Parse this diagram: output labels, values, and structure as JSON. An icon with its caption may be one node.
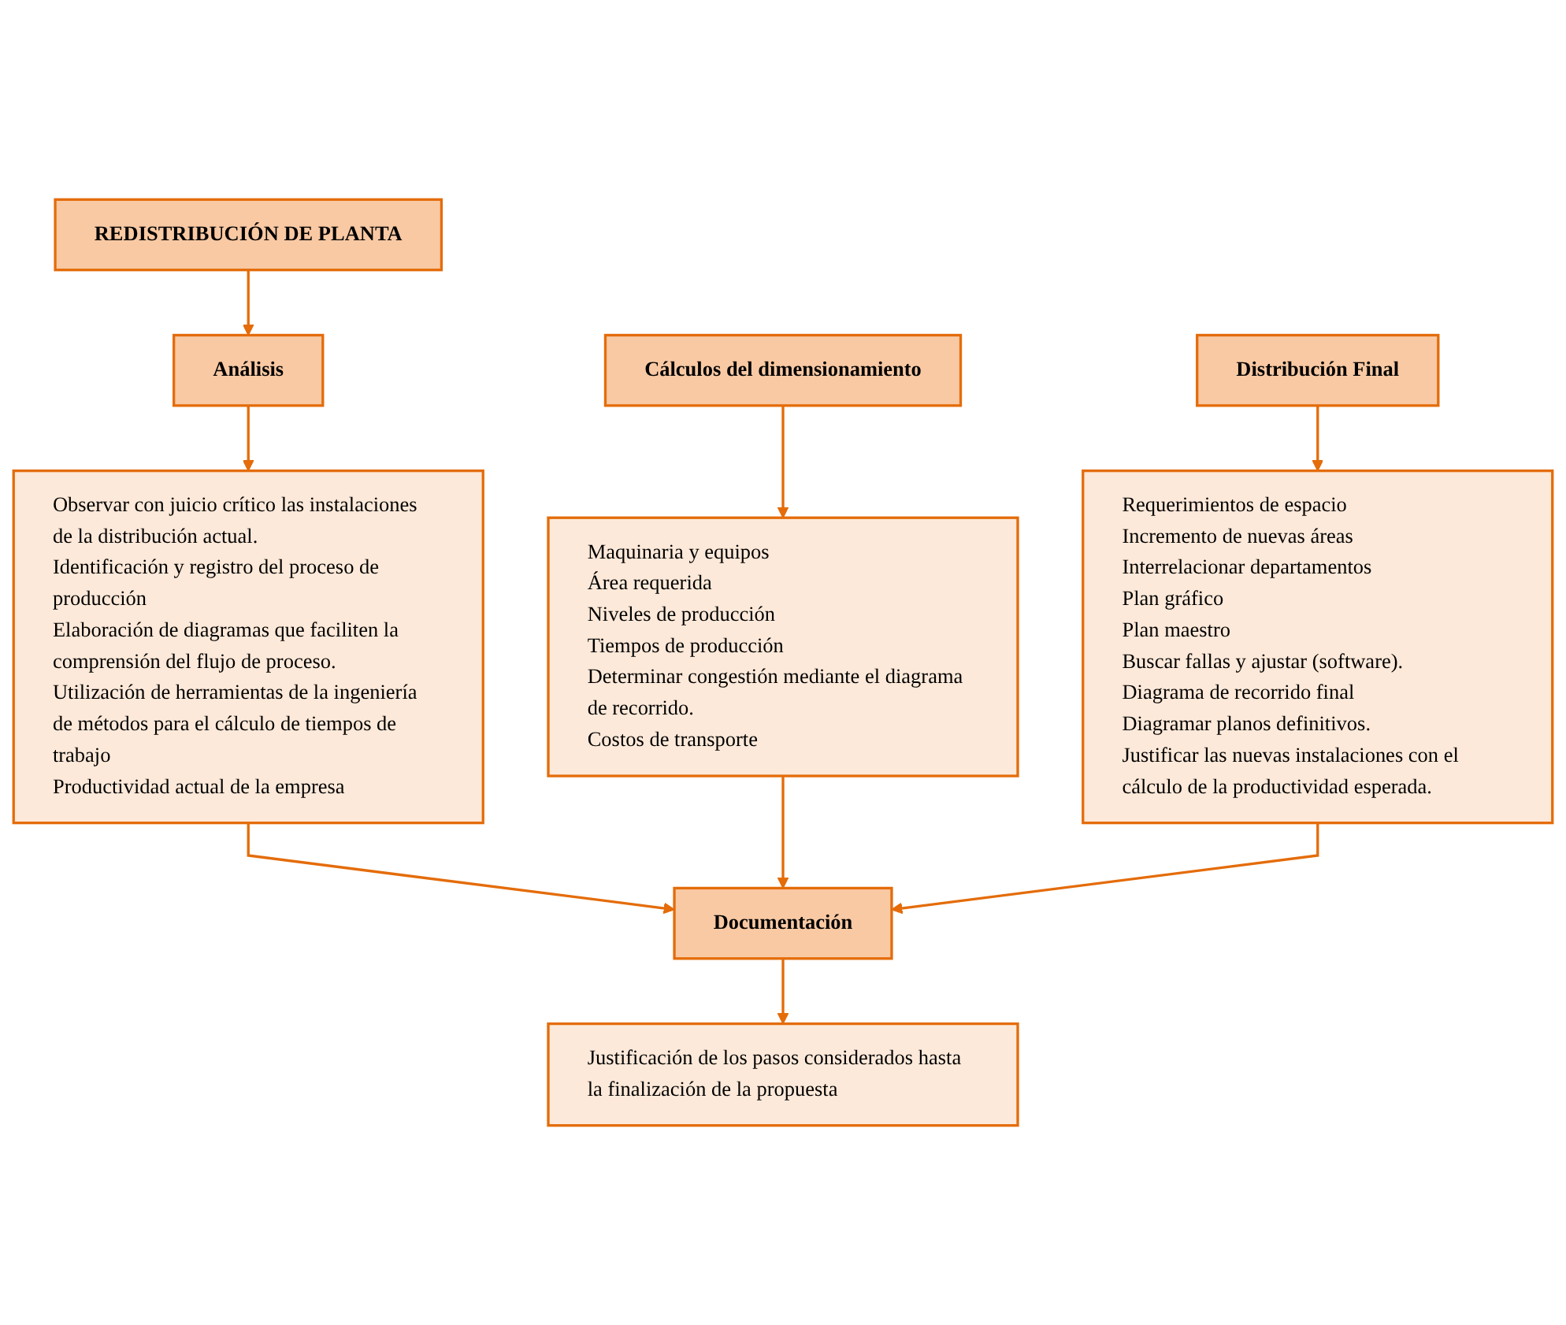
{
  "diagram": {
    "nodes": [
      {
        "text": [
          "REDISTRIBUCIÓN DE PLANTA"
        ]
      },
      {
        "text": [
          "Análisis"
        ]
      },
      {
        "text": [
          "Observar con juicio crítico las instalaciones de la distribución actual.",
          "Identificación y registro del proceso de producción",
          "Elaboración de diagramas que faciliten la comprensión del flujo de proceso.",
          "Utilización de herramientas de la ingeniería de métodos para el cálculo de tiempos de trabajo",
          "Productividad actual de la empresa"
        ]
      },
      {
        "text": [
          "Cálculos del dimensionamiento"
        ]
      },
      {
        "text": [
          "Distribución Final"
        ]
      },
      {
        "text": [
          "Maquinaria y equipos",
          "Área requerida",
          "Niveles de producción",
          "Tiempos de producción",
          "Determinar congestión mediante el diagrama de recorrido.",
          "Costos de transporte"
        ]
      },
      {
        "text": [
          "Requerimientos de espacio",
          "Incremento de nuevas áreas",
          "Interrelacionar departamentos",
          "Plan gráfico",
          "Plan maestro",
          "Buscar fallas y ajustar (software).",
          "Diagrama de recorrido final",
          "Diagramar planos definitivos.",
          "Justificar las nuevas instalaciones con el cálculo de la productividad esperada."
        ]
      },
      {
        "text": [
          "Documentación"
        ]
      },
      {
        "text": [
          "Justificación de los pasos considerados hasta la finalización de la propuesta"
        ]
      }
    ],
    "edges": [
      {
        "from": 0,
        "to": 1,
        "arrow": "to"
      },
      {
        "from": 1,
        "to": 2,
        "arrow": "to"
      },
      {
        "from": 3,
        "to": 5,
        "arrow": "to"
      },
      {
        "from": 4,
        "to": 6,
        "arrow": "to"
      },
      {
        "from": 2,
        "to": 7,
        "arrow": "to"
      },
      {
        "from": 5,
        "to": 7,
        "arrow": "to"
      },
      {
        "from": 6,
        "to": 7,
        "arrow": "to"
      },
      {
        "from": 7,
        "to": 8,
        "arrow": "to"
      }
    ]
  }
}
